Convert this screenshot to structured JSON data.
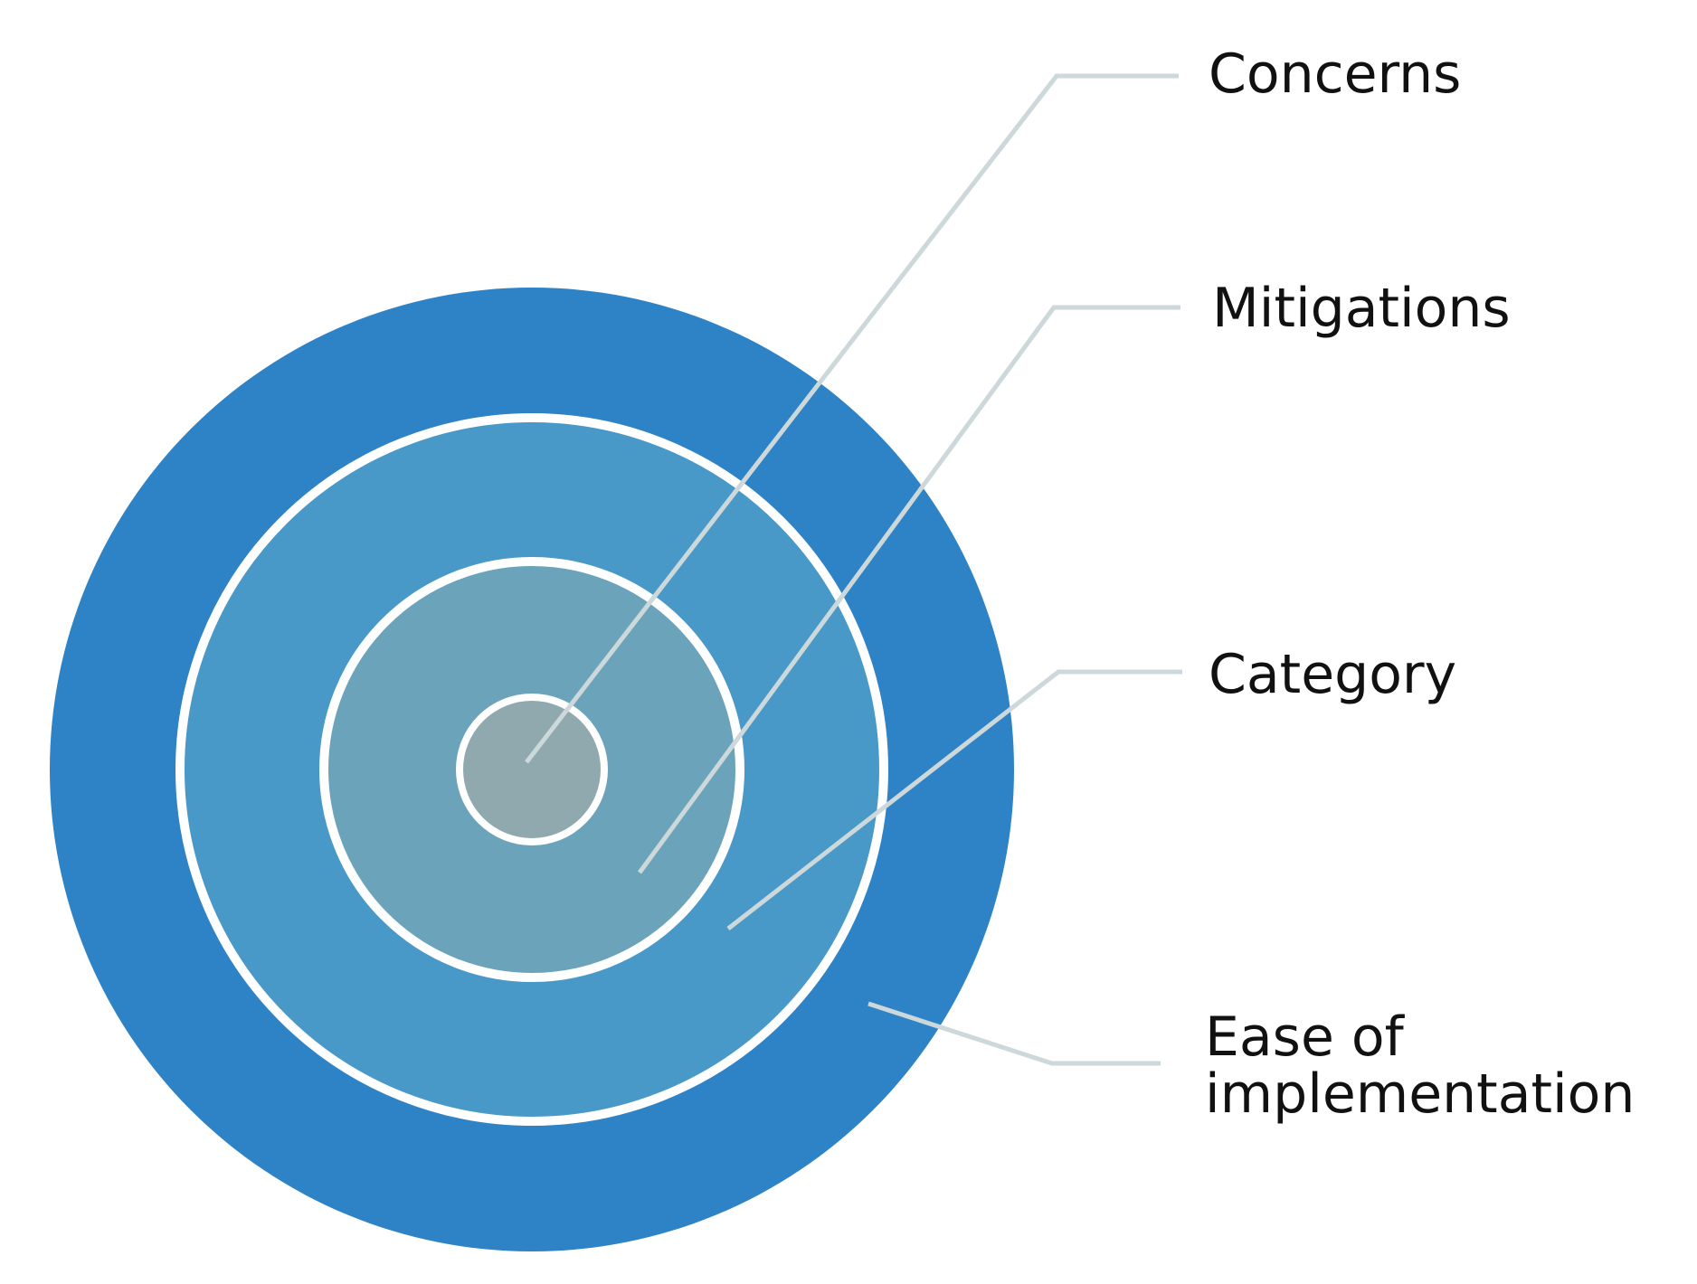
{
  "diagram": {
    "type": "onion-concentric-circles",
    "background": "#ffffff",
    "ring_outline_color": "#ffffff",
    "leader_line_color": "#ccd8da",
    "label_text_color": "#111111",
    "rings": [
      {
        "name": "Ease of implementation",
        "color": "#2e82c6",
        "radius": 533
      },
      {
        "name": "Category",
        "color": "#4899c8",
        "radius": 389
      },
      {
        "name": "Mitigations",
        "color": "#6ba4ba",
        "radius": 230
      },
      {
        "name": "Concerns",
        "color": "#8fa9ae",
        "radius": 80
      }
    ],
    "labels": [
      {
        "text": "Concerns"
      },
      {
        "text": "Mitigations"
      },
      {
        "text": "Category"
      },
      {
        "text": "Ease of\nimplementation"
      }
    ]
  }
}
